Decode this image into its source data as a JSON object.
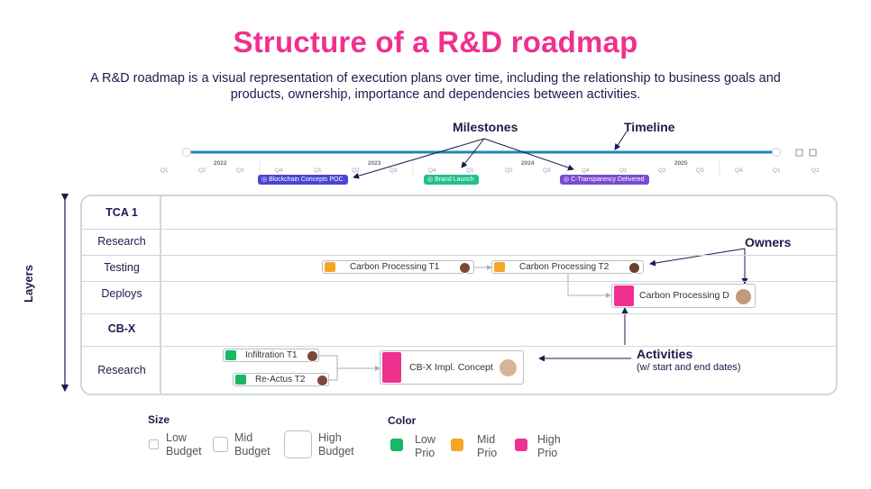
{
  "title": "Structure of a R&D roadmap",
  "subtitle": "A R&D roadmap is a visual representation of execution plans over time, including the relationship to business goals and products, ownership, importance and dependencies between activities.",
  "callouts": {
    "milestones": "Milestones",
    "timeline": "Timeline",
    "owners": "Owners",
    "activities": "Activities",
    "activities_note": "(w/ start and end dates)",
    "layers": "Layers"
  },
  "timeline": {
    "years": [
      "2022",
      "2023",
      "2024",
      "2025"
    ],
    "quarters": [
      "Q1",
      "Q2",
      "Q3",
      "Q4",
      "Q1",
      "Q2",
      "Q3",
      "Q4",
      "Q1",
      "Q2",
      "Q3",
      "Q4",
      "Q1",
      "Q2",
      "Q3",
      "Q4",
      "Q1",
      "Q2"
    ],
    "milestones": [
      {
        "label": "Blockchain Concepts POC",
        "color": "#4b45d6"
      },
      {
        "label": "Brand Launch",
        "color": "#22c08a"
      },
      {
        "label": "C-Transparency Delivered",
        "color": "#7a4bd0"
      }
    ]
  },
  "rows": {
    "tca": "TCA 1",
    "research1": "Research",
    "testing": "Testing",
    "deploys": "Deploys",
    "cbx": "CB-X",
    "research2": "Research"
  },
  "activities": {
    "t1": "Carbon Processing T1",
    "t2": "Carbon Processing T2",
    "d": "Carbon Processing D",
    "infil": "Infiltration T1",
    "reactus": "Re-Actus T2",
    "cbx_impl": "CB-X Impl.",
    "cbx_concept": "Concept"
  },
  "colors": {
    "low": "#18b864",
    "mid": "#f5a623",
    "high": "#f0308f"
  },
  "legend": {
    "size_title": "Size",
    "color_title": "Color",
    "low_budget_1": "Low",
    "low_budget_2": "Budget",
    "mid_budget_1": "Mid",
    "mid_budget_2": "Budget",
    "high_budget_1": "High",
    "high_budget_2": "Budget",
    "low_prio_1": "Low",
    "low_prio_2": "Prio",
    "mid_prio_1": "Mid",
    "mid_prio_2": "Prio",
    "high_prio_1": "High",
    "high_prio_2": "Prio"
  }
}
